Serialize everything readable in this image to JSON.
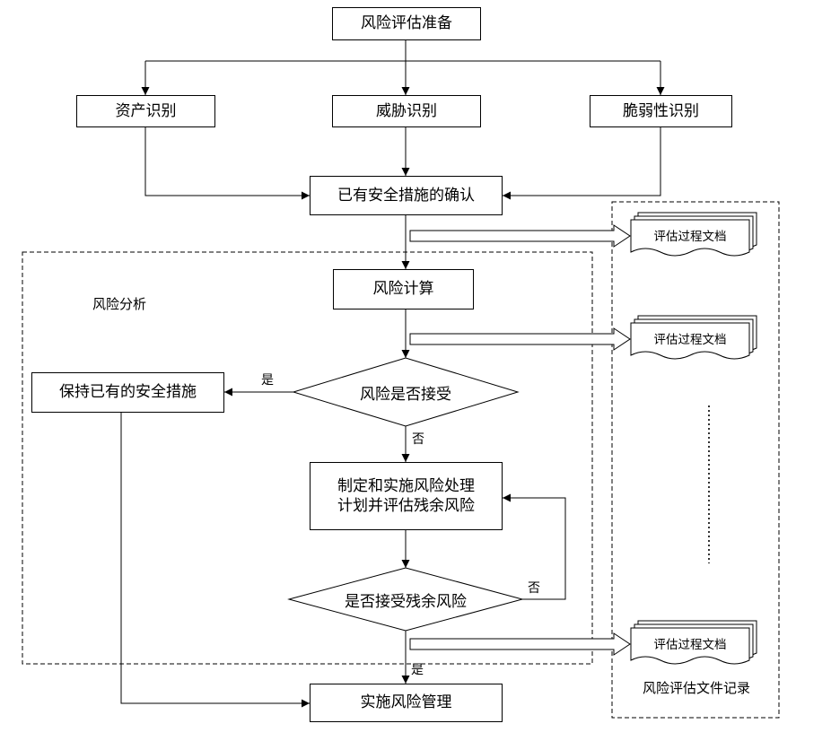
{
  "nodes": {
    "prep": "风险评估准备",
    "asset": "资产识别",
    "threat": "威胁识别",
    "vuln": "脆弱性识别",
    "confirm": "已有安全措施的确认",
    "calc": "风险计算",
    "decision1": "风险是否接受",
    "keep": "保持已有的安全措施",
    "plan_line1": "制定和实施风险处理",
    "plan_line2": "计划并评估残余风险",
    "decision2": "是否接受残余风险",
    "implement": "实施风险管理"
  },
  "edge_labels": {
    "yes1": "是",
    "no1": "否",
    "no2": "否",
    "yes2": "是"
  },
  "regions": {
    "analysis": "风险分析",
    "records": "风险评估文件记录"
  },
  "documents": {
    "doc1": "评估过程文档",
    "doc2": "评估过程文档",
    "doc3": "评估过程文档"
  },
  "colors": {
    "line": "#000000",
    "background": "#ffffff"
  }
}
